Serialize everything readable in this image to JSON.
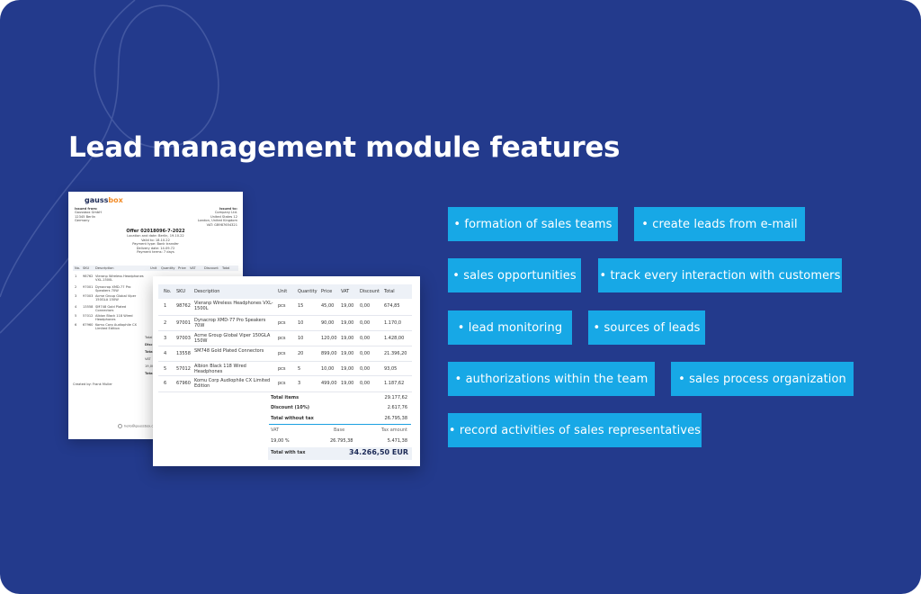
{
  "title": "Lead management module features",
  "colors": {
    "background": "#233a8c",
    "chip": "#17a8e6",
    "chip_text": "#ffffff"
  },
  "features": [
    "•  formation of sales teams",
    "•  create leads from e-mail",
    "• sales opportunities",
    "• track every interaction with customers",
    "•  lead monitoring",
    "• sources of leads",
    "•  authorizations within the team",
    "•  sales process organization",
    "• record activities of sales representatives"
  ],
  "offer_back": {
    "logo_prefix": "gauss",
    "logo_suffix": "box",
    "issued_from": [
      "Issued from:",
      "Gaussbox GmbH",
      "12345 Berlin",
      "Germany"
    ],
    "issued_to": [
      "Issued to:",
      "Company Ltd.",
      "United States 12",
      "London, United Kingdom",
      "VAT: GB987654321"
    ],
    "offer_number": "Offer 02018096-7-2022",
    "meta": [
      "Location and date: Berlin, 19.10.22",
      "Valid to: 18.10.22",
      "Payment type: Bank transfer",
      "Delivery date: 14.09.72",
      "Payment terms: 7 days"
    ],
    "headers": [
      "No.",
      "SKU",
      "Description",
      "Unit",
      "Quantity",
      "Price",
      "VAT",
      "Discount",
      "Total"
    ],
    "rows": [
      [
        "1",
        "98762",
        "Vieranp Wireless Headphones VXL-1500L"
      ],
      [
        "2",
        "97001",
        "Dynacrop XMD-77 Pro Speakers 70W"
      ],
      [
        "3",
        "97003",
        "Acme Group Global Viper 150GLA 150W"
      ],
      [
        "4",
        "13558",
        "SM748 Gold Plated Connectors"
      ],
      [
        "5",
        "57012",
        "Albion Black 118 Wired Headphones"
      ],
      [
        "6",
        "67960",
        "Komu Corp Audiophile CX Limited Edition"
      ]
    ],
    "side_labels": [
      "Total",
      "Disc",
      "Total",
      "VAT",
      "19,00",
      "Total"
    ],
    "created_by": "Created by: Frank Muller",
    "email": "hello@gaussbox.com"
  },
  "offer_front": {
    "headers": [
      "No.",
      "SKU",
      "Description",
      "Unit",
      "Quantity",
      "Price",
      "VAT",
      "Discount",
      "Total"
    ],
    "rows": [
      {
        "no": "1",
        "sku": "98762",
        "desc": "Vieranp Wireless Headphones VXL-1500L",
        "unit": "pcs",
        "qty": "15",
        "price": "45,00",
        "vat": "19,00",
        "disc": "0,00",
        "total": "674,85"
      },
      {
        "no": "2",
        "sku": "97001",
        "desc": "Dynacrop XMD-77 Pro Speakers 70W",
        "unit": "pcs",
        "qty": "10",
        "price": "90,00",
        "vat": "19,00",
        "disc": "0,00",
        "total": "1.170,0"
      },
      {
        "no": "3",
        "sku": "97003",
        "desc": "Acme Group Global Viper 150GLA 150W",
        "unit": "pcs",
        "qty": "10",
        "price": "120,00",
        "vat": "19,00",
        "disc": "0,00",
        "total": "1.428,00"
      },
      {
        "no": "4",
        "sku": "13558",
        "desc": "SM748 Gold Plated Connectors",
        "unit": "pcs",
        "qty": "20",
        "price": "899,00",
        "vat": "19,00",
        "disc": "0,00",
        "total": "21.396,20"
      },
      {
        "no": "5",
        "sku": "57012",
        "desc": "Albion Black 118 Wired Headphones",
        "unit": "pcs",
        "qty": "5",
        "price": "10,00",
        "vat": "19,00",
        "disc": "0,00",
        "total": "93,05"
      },
      {
        "no": "6",
        "sku": "67960",
        "desc": "Komu Corp Audiophile CX Limited Edition",
        "unit": "pcs",
        "qty": "3",
        "price": "499,00",
        "vat": "19,00",
        "disc": "0,00",
        "total": "1.187,62"
      }
    ],
    "total_items_label": "Total items",
    "total_items": "29.177,62",
    "discount_label": "Discount (10%)",
    "discount": "2.617,76",
    "without_tax_label": "Total without tax",
    "without_tax": "26.795,38",
    "vat_label": "VAT",
    "base_label": "Base",
    "tax_amount_label": "Tax amount",
    "vat_rate": "19,00 %",
    "base": "26.795,38",
    "tax_amount": "5.471,38",
    "with_tax_label": "Total with tax",
    "with_tax": "34.266,50 EUR"
  }
}
